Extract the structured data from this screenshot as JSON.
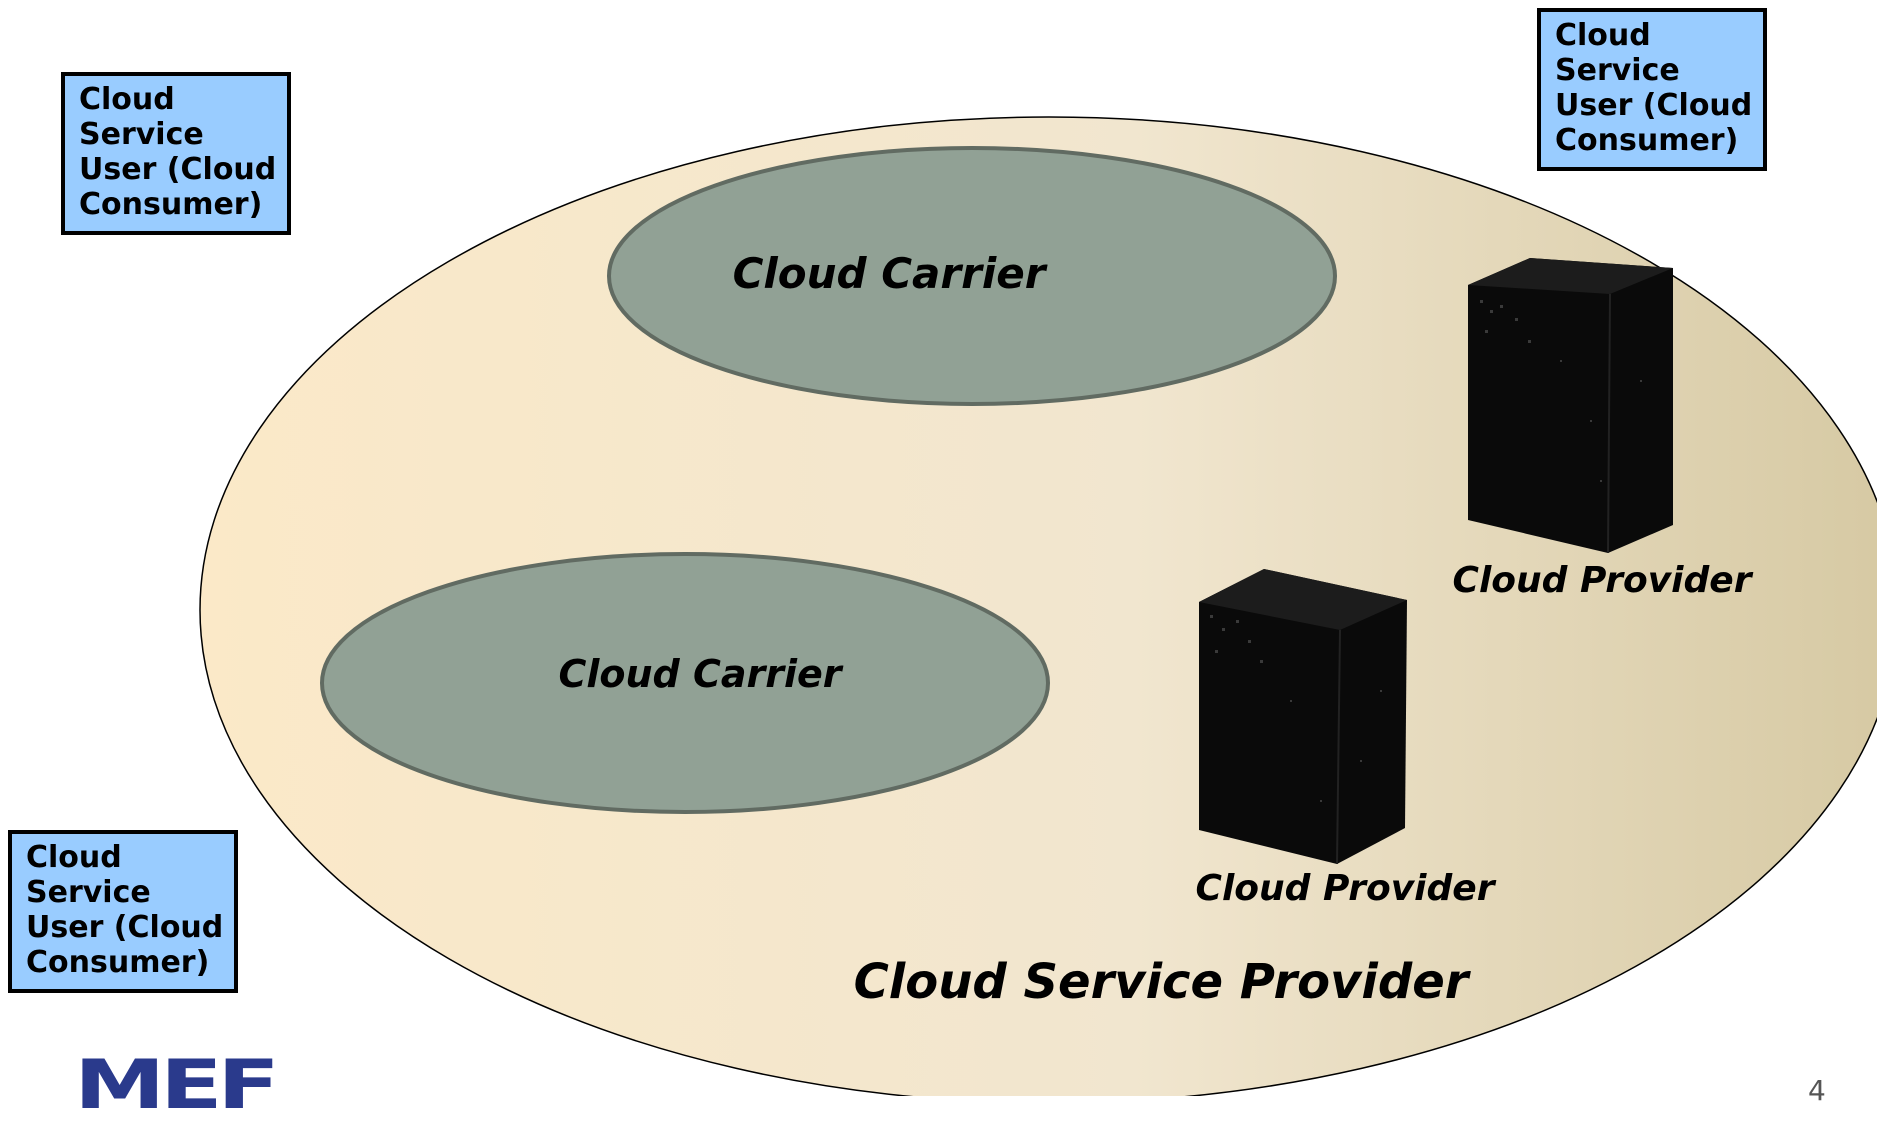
{
  "colors": {
    "provider_gradient_start": "#fbe9c8",
    "provider_gradient_end": "#d6c9a3",
    "carrier_fill": "#91a195",
    "carrier_stroke": "#616b62",
    "user_box_fill": "#99ccff",
    "server_fill": "#0a0a0a",
    "logo_color": "#2a3a8c"
  },
  "service_provider": {
    "label": "Cloud Service Provider"
  },
  "carriers": [
    {
      "label": "Cloud Carrier"
    },
    {
      "label": "Cloud Carrier"
    }
  ],
  "providers": [
    {
      "label": "Cloud Provider",
      "icon": "server-icon"
    },
    {
      "label": "Cloud Provider",
      "icon": "server-icon"
    }
  ],
  "users": [
    {
      "label": "Cloud\nService\nUser (Cloud\nConsumer)"
    },
    {
      "label": "Cloud\nService\nUser (Cloud\nConsumer)"
    },
    {
      "label": "Cloud\nService\nUser (Cloud\nConsumer)"
    }
  ],
  "footer": {
    "logo_text": "MEF",
    "page_number": "4"
  }
}
